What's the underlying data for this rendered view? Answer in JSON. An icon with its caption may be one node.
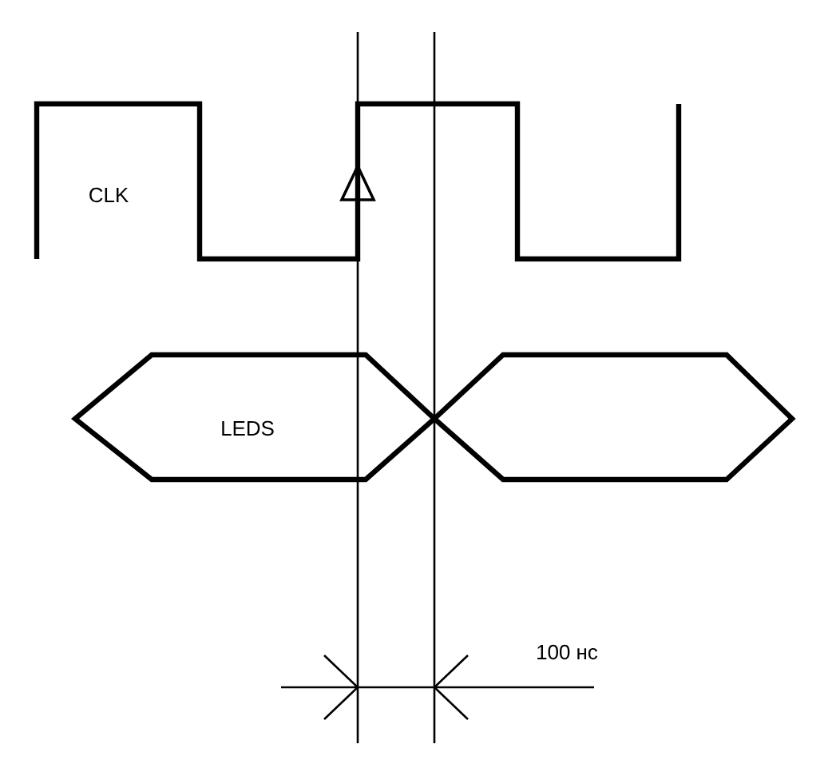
{
  "diagram": {
    "labels": [
      "CLK",
      "LEDS",
      "100 нс"
    ]
  }
}
